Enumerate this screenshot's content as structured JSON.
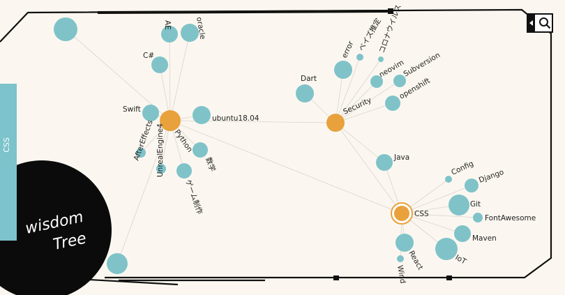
{
  "brand": {
    "line1": "wisdom",
    "line2": "Tree"
  },
  "side_tab": {
    "label": "CSS"
  },
  "search": {
    "icon": "search-icon"
  },
  "colors": {
    "hub": "#e8a13c",
    "node": "#7fc3c9",
    "background": "#fbf7f0",
    "frame": "#111111"
  },
  "graph": {
    "nodes": [
      {
        "id": "python",
        "label": "Python",
        "type": "hub"
      },
      {
        "id": "security",
        "label": "Security",
        "type": "hub"
      },
      {
        "id": "css",
        "label": "CSS",
        "type": "hub-selected"
      },
      {
        "id": "n_top_left",
        "label": "",
        "type": "node"
      },
      {
        "id": "n_bottom_left",
        "label": "",
        "type": "node"
      },
      {
        "id": "ae",
        "label": "AE",
        "type": "node"
      },
      {
        "id": "oracle",
        "label": "oracle",
        "type": "node"
      },
      {
        "id": "csharp",
        "label": "C#",
        "type": "node"
      },
      {
        "id": "swift",
        "label": "Swift",
        "type": "node"
      },
      {
        "id": "ubuntu",
        "label": "ubuntu18.04",
        "type": "node"
      },
      {
        "id": "aftereffects",
        "label": "AfterEffects",
        "type": "node"
      },
      {
        "id": "unreal",
        "label": "UnrealEngine4",
        "type": "node"
      },
      {
        "id": "game",
        "label": "ゲーム制作",
        "type": "node"
      },
      {
        "id": "math",
        "label": "数学",
        "type": "node"
      },
      {
        "id": "dart",
        "label": "Dart",
        "type": "node"
      },
      {
        "id": "error",
        "label": "error",
        "type": "node"
      },
      {
        "id": "bayes",
        "label": "ベイズ推定",
        "type": "node"
      },
      {
        "id": "corona",
        "label": "コロナウイルス",
        "type": "node"
      },
      {
        "id": "neovim",
        "label": "neovim",
        "type": "node"
      },
      {
        "id": "subversion",
        "label": "Subversion",
        "type": "node"
      },
      {
        "id": "openshift",
        "label": "openshift",
        "type": "node"
      },
      {
        "id": "java",
        "label": "Java",
        "type": "node"
      },
      {
        "id": "config",
        "label": "Config",
        "type": "node"
      },
      {
        "id": "django",
        "label": "Django",
        "type": "node"
      },
      {
        "id": "git",
        "label": "Git",
        "type": "node"
      },
      {
        "id": "fontawesome",
        "label": "FontAwesome",
        "type": "node"
      },
      {
        "id": "maven",
        "label": "Maven",
        "type": "node"
      },
      {
        "id": "iot",
        "label": "IoT",
        "type": "node"
      },
      {
        "id": "react",
        "label": "React",
        "type": "node"
      },
      {
        "id": "wind",
        "label": "Wind",
        "type": "node"
      }
    ],
    "edges": [
      [
        "python",
        "ae"
      ],
      [
        "python",
        "oracle"
      ],
      [
        "python",
        "csharp"
      ],
      [
        "python",
        "swift"
      ],
      [
        "python",
        "ubuntu"
      ],
      [
        "python",
        "aftereffects"
      ],
      [
        "python",
        "unreal"
      ],
      [
        "python",
        "game"
      ],
      [
        "python",
        "math"
      ],
      [
        "python",
        "security"
      ],
      [
        "python",
        "css"
      ],
      [
        "python",
        "n_top_left"
      ],
      [
        "python",
        "n_bottom_left"
      ],
      [
        "security",
        "dart"
      ],
      [
        "security",
        "error"
      ],
      [
        "security",
        "bayes"
      ],
      [
        "security",
        "corona"
      ],
      [
        "security",
        "neovim"
      ],
      [
        "security",
        "subversion"
      ],
      [
        "security",
        "openshift"
      ],
      [
        "security",
        "css"
      ],
      [
        "security",
        "java"
      ],
      [
        "css",
        "java"
      ],
      [
        "css",
        "config"
      ],
      [
        "css",
        "django"
      ],
      [
        "css",
        "git"
      ],
      [
        "css",
        "fontawesome"
      ],
      [
        "css",
        "maven"
      ],
      [
        "css",
        "iot"
      ],
      [
        "css",
        "react"
      ],
      [
        "css",
        "wind"
      ]
    ]
  }
}
